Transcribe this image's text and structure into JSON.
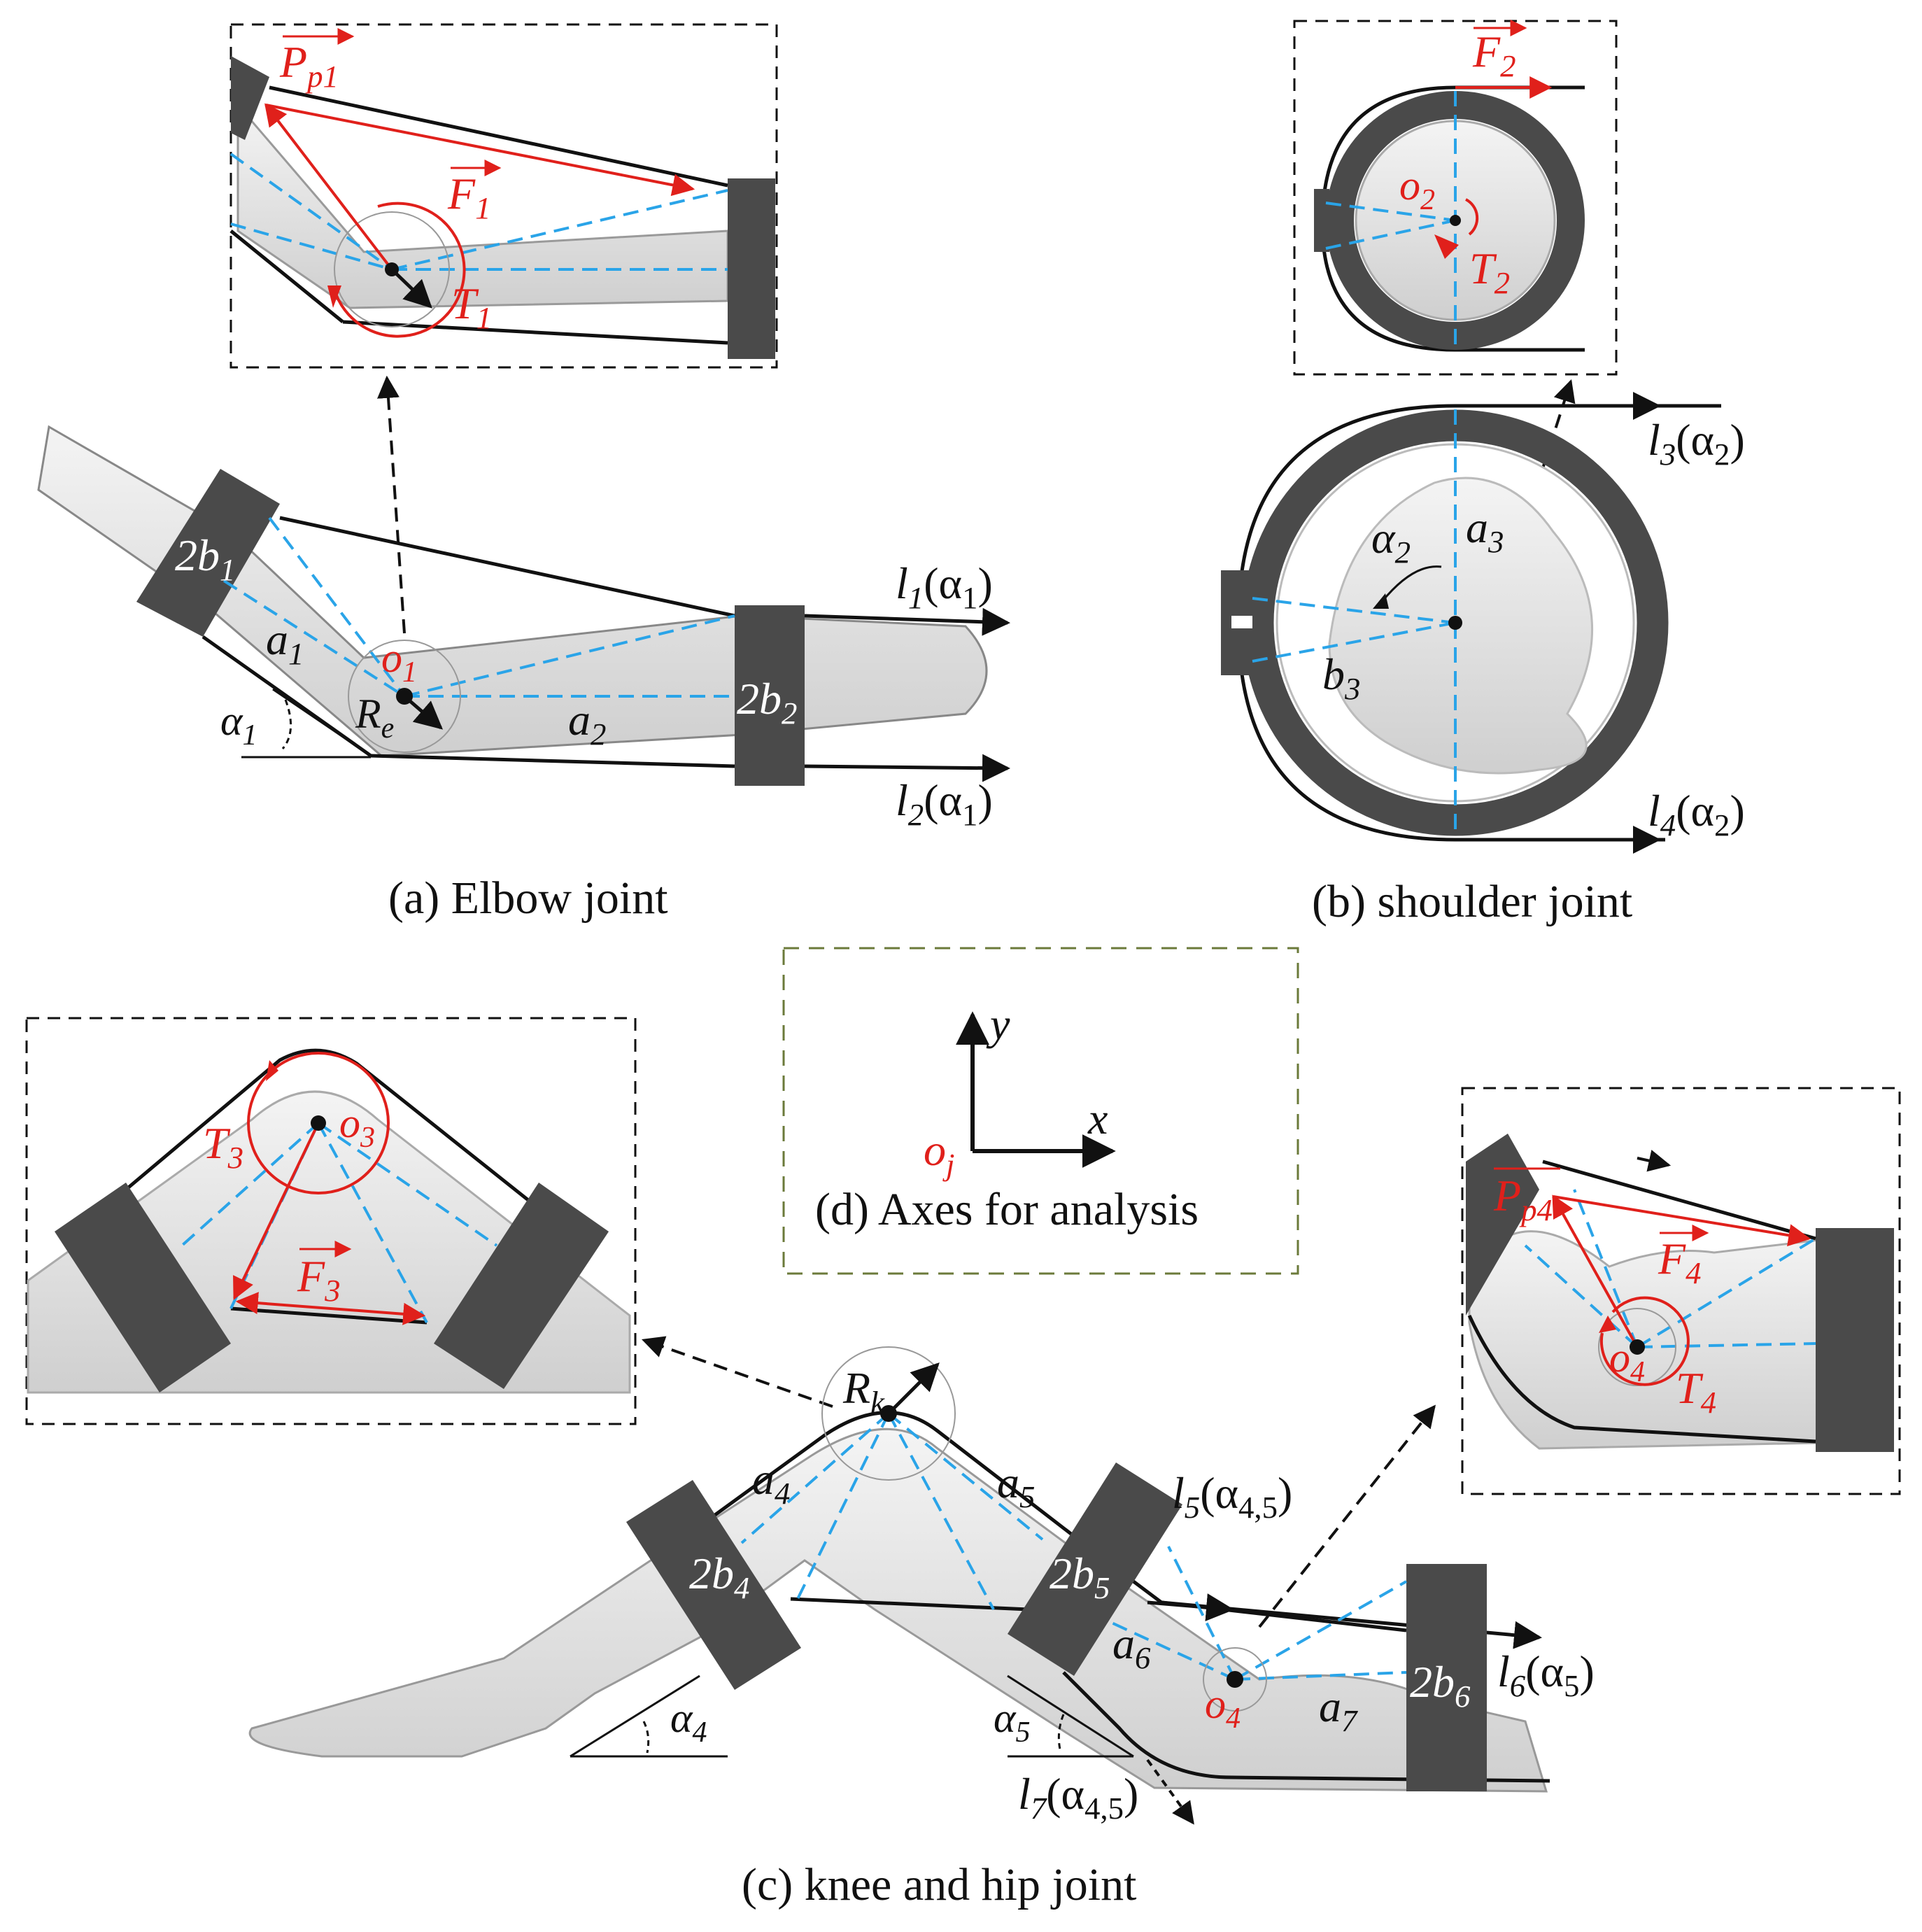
{
  "captions": {
    "a": "(a) Elbow joint",
    "b": "(b) shoulder joint",
    "c": "(c) knee and hip joint",
    "d": "(d) Axes for analysis"
  },
  "elbow": {
    "inset": {
      "P": "P",
      "P_sub": "p1",
      "F": "F",
      "F_sub": "1",
      "T": "T",
      "T_sub": "1"
    },
    "main": {
      "cuff1": "2b",
      "cuff1_sub": "1",
      "cuff2": "2b",
      "cuff2_sub": "2",
      "a1": "a",
      "a1_sub": "1",
      "a2": "a",
      "a2_sub": "2",
      "o1": "o",
      "o1_sub": "1",
      "Re": "R",
      "Re_sub": "e",
      "alpha1": "α",
      "alpha1_sub": "1",
      "l1": "l",
      "l1_sub": "1",
      "l1_arg": "(α",
      "l1_arg_sub": "1",
      "l1_close": ")",
      "l2": "l",
      "l2_sub": "2",
      "l2_arg": "(α",
      "l2_arg_sub": "1",
      "l2_close": ")"
    }
  },
  "shoulder": {
    "inset": {
      "F": "F",
      "F_sub": "2",
      "o": "o",
      "o_sub": "2",
      "T": "T",
      "T_sub": "2"
    },
    "main": {
      "alpha2": "α",
      "alpha2_sub": "2",
      "a3": "a",
      "a3_sub": "3",
      "b3": "b",
      "b3_sub": "3",
      "l3": "l",
      "l3_sub": "3",
      "l3_arg": "(α",
      "l3_arg_sub": "2",
      "l3_close": ")",
      "l4": "l",
      "l4_sub": "4",
      "l4_arg": "(α",
      "l4_arg_sub": "2",
      "l4_close": ")"
    }
  },
  "axes": {
    "y": "y",
    "x": "x",
    "o": "o",
    "o_sub": "j"
  },
  "knee_inset": {
    "T": "T",
    "T_sub": "3",
    "o": "o",
    "o_sub": "3",
    "F": "F",
    "F_sub": "3"
  },
  "hip_inset": {
    "P": "P",
    "P_sub": "p4",
    "F": "F",
    "F_sub": "4",
    "o": "o",
    "o_sub": "4",
    "T": "T",
    "T_sub": "4"
  },
  "leg": {
    "Rk": "R",
    "Rk_sub": "k",
    "a4": "a",
    "a4_sub": "4",
    "a5": "a",
    "a5_sub": "5",
    "a6": "a",
    "a6_sub": "6",
    "a7": "a",
    "a7_sub": "7",
    "cuff4": "2b",
    "cuff4_sub": "4",
    "cuff5": "2b",
    "cuff5_sub": "5",
    "cuff6": "2b",
    "cuff6_sub": "6",
    "o4": "o",
    "o4_sub": "4",
    "alpha4": "α",
    "alpha4_sub": "4",
    "alpha5": "α",
    "alpha5_sub": "5",
    "l5": "l",
    "l5_sub": "5",
    "l5_arg": "(α",
    "l5_arg_sub": "4,5",
    "l5_close": ")",
    "l6": "l",
    "l6_sub": "6",
    "l6_arg": "(α",
    "l6_arg_sub": "5",
    "l6_close": ")",
    "l7": "l",
    "l7_sub": "7",
    "l7_arg": "(α",
    "l7_arg_sub": "4,5",
    "l7_close": ")"
  },
  "colors": {
    "cuff": "#4a4a4a",
    "dashed_blue": "#2aa4e8",
    "red": "#e0201b",
    "box_green": "#6b7a3a",
    "line": "#111111",
    "bone": "#dcdcdc"
  },
  "icons": [
    "arrow-head-icon",
    "joint-dot-icon"
  ]
}
